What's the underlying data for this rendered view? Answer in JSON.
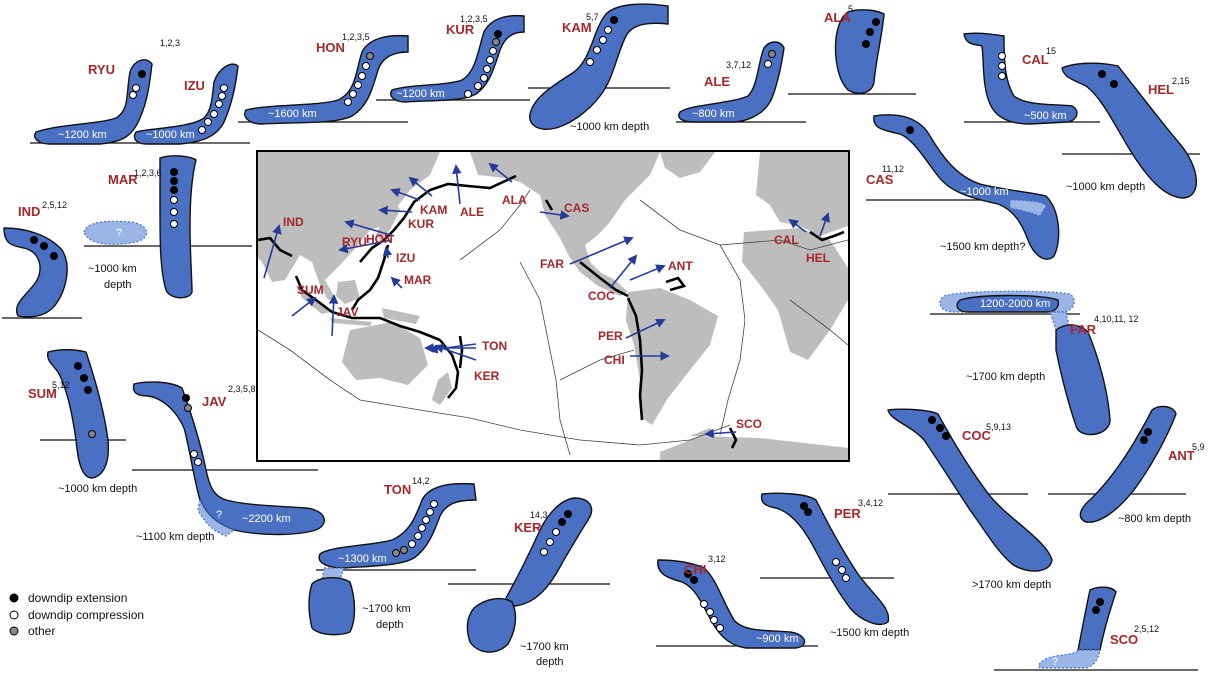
{
  "colors": {
    "slab": "#4a70c4",
    "slab_light": "#9bb6e6",
    "label_red": "#a5272b",
    "arrow_blue": "#243b97",
    "land_gray": "#bdbdbd",
    "extension": "#000000",
    "compression": "#ffffff",
    "other": "#888888"
  },
  "legend": {
    "extension": "downdip extension",
    "compression": "downdip compression",
    "other": "other"
  },
  "map": {
    "labels": {
      "IND": "IND",
      "SUM": "SUM",
      "JAV": "JAV",
      "RYU": "RYU",
      "IZU": "IZU",
      "MAR": "MAR",
      "HON": "HON",
      "KUR": "KUR",
      "KAM": "KAM",
      "ALE": "ALE",
      "ALA": "ALA",
      "CAS": "CAS",
      "FAR": "FAR",
      "COC": "COC",
      "ANT": "ANT",
      "PER": "PER",
      "CHI": "CHI",
      "SCO": "SCO",
      "TON": "TON",
      "KER": "KER",
      "CAL": "CAL",
      "HEL": "HEL"
    }
  },
  "slabs": {
    "RYU": {
      "code": "RYU",
      "refs": "1,2,3",
      "depth": "~1200 km"
    },
    "IZU": {
      "code": "IZU",
      "depth": "~1000 km"
    },
    "HON": {
      "code": "HON",
      "refs": "1,2,3,5",
      "depth": "~1600 km"
    },
    "KUR": {
      "code": "KUR",
      "refs": "1,2,3,5",
      "depth": "~1200 km"
    },
    "KAM": {
      "code": "KAM",
      "refs": "5,7",
      "depth": "~1000 km depth"
    },
    "ALE": {
      "code": "ALE",
      "refs": "3,7,12",
      "depth": "~800 km"
    },
    "ALA": {
      "code": "ALA",
      "refs": "5"
    },
    "CAL": {
      "code": "CAL",
      "refs": "15",
      "depth": "~500 km"
    },
    "HEL": {
      "code": "HEL",
      "refs": "2,15",
      "depth": "~1000 km depth"
    },
    "MAR": {
      "code": "MAR",
      "refs": "1,2,3,6",
      "depth": "~1000 km\ndepth",
      "depth1": "~1000 km",
      "depth2": "depth",
      "unknown": "?"
    },
    "IND": {
      "code": "IND",
      "refs": "2,5,12"
    },
    "CAS": {
      "code": "CAS",
      "refs": "11,12",
      "depth": "~1000 km",
      "depth_note": "~1500 km depth?"
    },
    "FAR": {
      "code": "FAR",
      "refs": "4,10,11, 12",
      "depth": "1200-2000 km",
      "depth_note": "~1700 km depth"
    },
    "SUM": {
      "code": "SUM",
      "refs": "5,12",
      "depth": "~1000 km depth"
    },
    "JAV": {
      "code": "JAV",
      "refs": "2,3,5,8",
      "depth": "~2200 km",
      "depth_note": "~1100 km depth",
      "unknown": "?"
    },
    "TON": {
      "code": "TON",
      "refs": "14,2",
      "depth": "~1300 km",
      "depth1": "~1700 km",
      "depth2": "depth"
    },
    "KER": {
      "code": "KER",
      "refs": "14,3",
      "depth1": "~1700 km",
      "depth2": "depth"
    },
    "CHI": {
      "code": "CHI",
      "refs": "3,12",
      "depth": "~900 km"
    },
    "PER": {
      "code": "PER",
      "refs": "3,4,12",
      "depth": "~1500 km depth"
    },
    "COC": {
      "code": "COC",
      "refs": "5,9,13",
      "depth": ">1700 km depth"
    },
    "ANT": {
      "code": "ANT",
      "refs": "5,9",
      "depth": "~800 km depth"
    },
    "SCO": {
      "code": "SCO",
      "refs": "2,5,12",
      "unknown": "?"
    }
  }
}
